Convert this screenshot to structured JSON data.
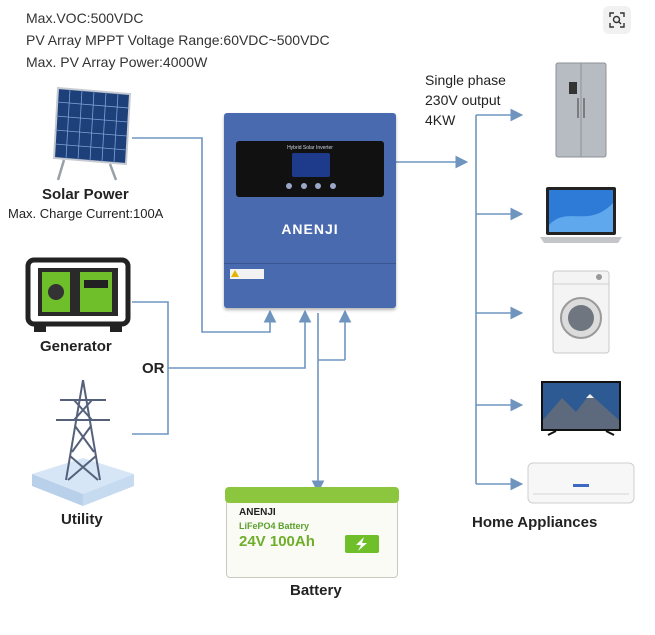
{
  "specs": {
    "line1": "Max.VOC:500VDC",
    "line2": "PV Array MPPT Voltage Range:60VDC~500VDC",
    "line3": "Max. PV Array Power:4000W"
  },
  "sources": {
    "solar_title": "Solar Power",
    "solar_sub": "Max. Charge Current:100A",
    "generator": "Generator",
    "or_label": "OR",
    "utility": "Utility"
  },
  "output": {
    "line1": "Single phase",
    "line2": "230V output",
    "line3": "4KW"
  },
  "inverter": {
    "brand": "ANENJI",
    "screen_title": "Hybrid Solar Inverter"
  },
  "battery": {
    "brand": "ANENJI",
    "type": "LiFePO4 Battery",
    "rating": "24V 100Ah",
    "label": "Battery"
  },
  "appliances_label": "Home Appliances",
  "colors": {
    "wire": "#6f95bf",
    "inverter_body": "#4a6ab0",
    "battery_top": "#8cc63f"
  },
  "icons": {
    "lens": "search-lens-icon"
  }
}
